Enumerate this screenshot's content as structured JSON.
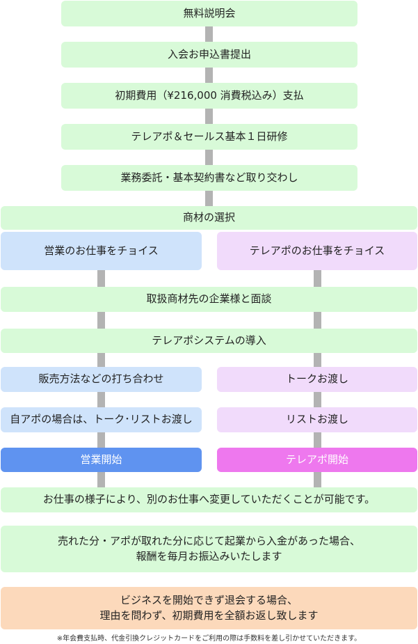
{
  "steps": {
    "s1": "無料説明会",
    "s2": "入会お申込書提出",
    "s3": "初期費用（¥216,000 消費税込み）支払",
    "s4": "テレアポ＆セールス基本１日研修",
    "s5": "業務委託・基本契約書など取り交わし",
    "s6": "商材の選択",
    "s9": "取扱商材先の企業様と面談",
    "s10": "テレアポシステムの導入",
    "s17": "お仕事の様子により、別のお仕事へ変更していただくことが可能です。",
    "s18": [
      "売れた分・アポが取れた分に応じて起業から入金があった場合、",
      "報酬を毎月お振込みいたします"
    ],
    "s19": [
      "ビジネスを開始できず退会する場合、",
      "理由を問わず、初期費用を全額お返し致します"
    ]
  },
  "sales": {
    "choice": "営業のお仕事をチョイス",
    "step1": "販売方法などの打ち合わせ",
    "step2": "自アポの場合は、トーク･リストお渡し",
    "start": "営業開始"
  },
  "teleapo": {
    "choice": "テレアポのお仕事をチョイス",
    "step1": "トークお渡し",
    "step2": "リストお渡し",
    "start": "テレアポ開始"
  },
  "footnote": "※年会費支払時、代金引換クレジットカードをご利用の際は手数料を差し引かせていただきます。",
  "colors": {
    "common": "#d8fad8",
    "sales": "#cfe3fb",
    "teleapo": "#f1dbfb",
    "sales_start": "#5f93f0",
    "teleapo_start": "#ee78ee",
    "refund": "#fcd9bb",
    "connector": "#b3b3b3"
  }
}
